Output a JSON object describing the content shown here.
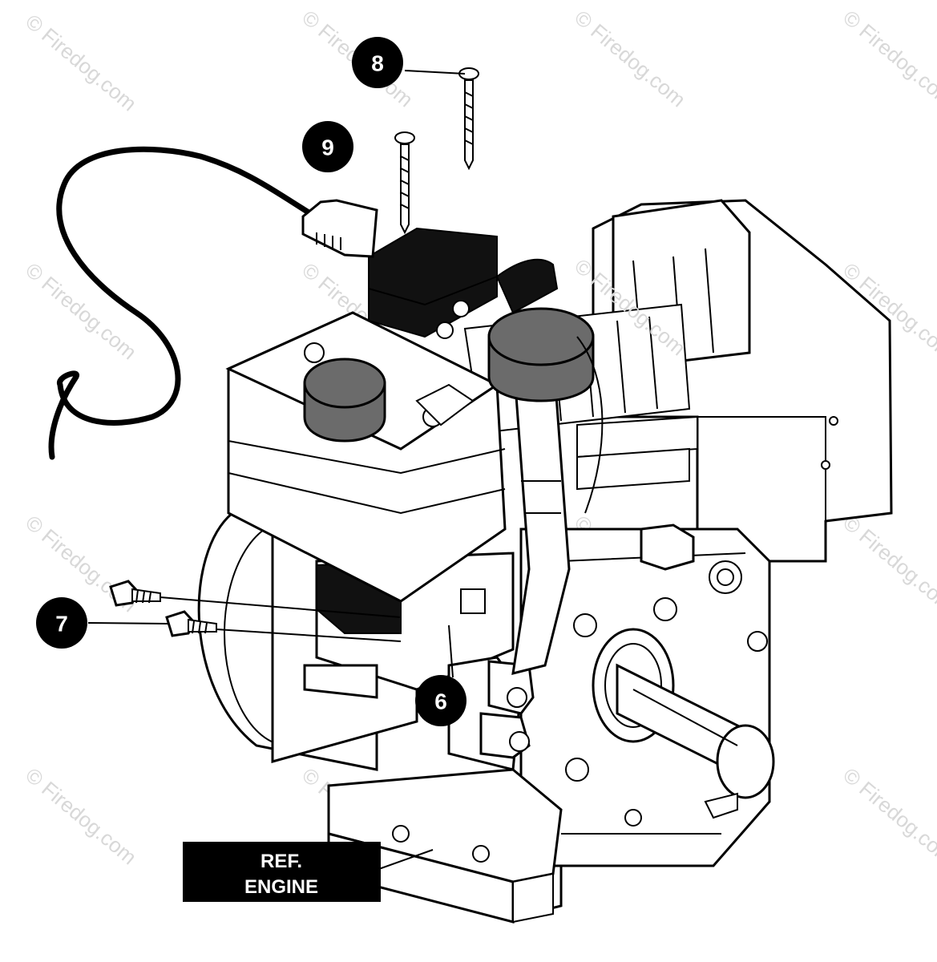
{
  "watermark": "© Firedog.com",
  "callouts": {
    "c6": "6",
    "c7": "7",
    "c8": "8",
    "c9": "9"
  },
  "reference_label": {
    "line1": "REF.",
    "line2": "ENGINE"
  },
  "colors": {
    "ink": "#000000",
    "knob": "#6b6b6b",
    "watermark": "#d8d8d8"
  }
}
